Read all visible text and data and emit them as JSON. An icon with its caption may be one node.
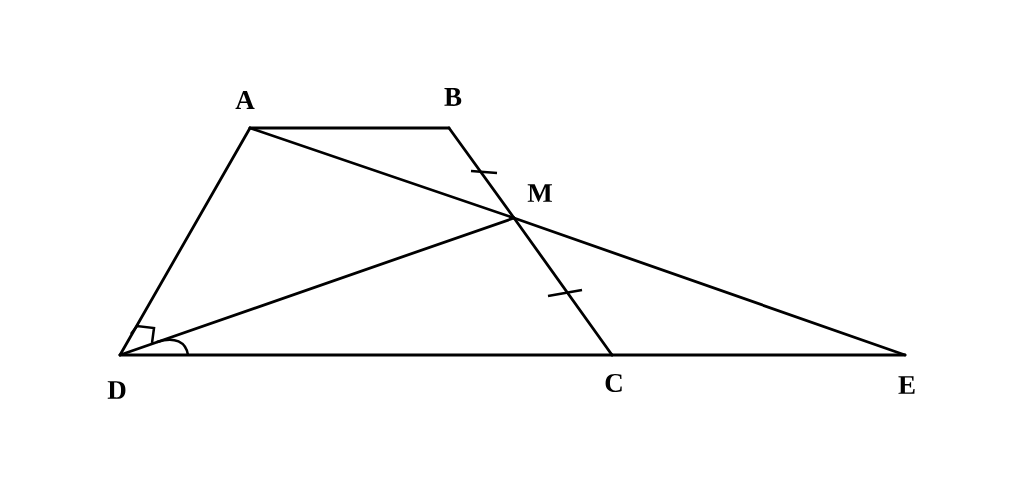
{
  "diagram": {
    "nodes": [
      {
        "text": [
          "A"
        ]
      },
      {
        "text": [
          "B"
        ]
      },
      {
        "text": [
          "M"
        ]
      },
      {
        "text": [
          "D"
        ]
      },
      {
        "text": [
          "C"
        ]
      },
      {
        "text": [
          "E"
        ]
      }
    ],
    "edges": [
      {
        "from": 0,
        "to": 1,
        "arrow": "none"
      },
      {
        "from": 1,
        "to": 2,
        "arrow": "none"
      },
      {
        "from": 2,
        "to": 4,
        "arrow": "none"
      },
      {
        "from": 0,
        "to": 3,
        "arrow": "none"
      },
      {
        "from": 3,
        "to": 4,
        "arrow": "none"
      },
      {
        "from": 4,
        "to": 5,
        "arrow": "none"
      },
      {
        "from": 0,
        "to": 2,
        "arrow": "none"
      },
      {
        "from": 2,
        "to": 5,
        "arrow": "none"
      },
      {
        "from": 3,
        "to": 2,
        "arrow": "none"
      }
    ]
  }
}
